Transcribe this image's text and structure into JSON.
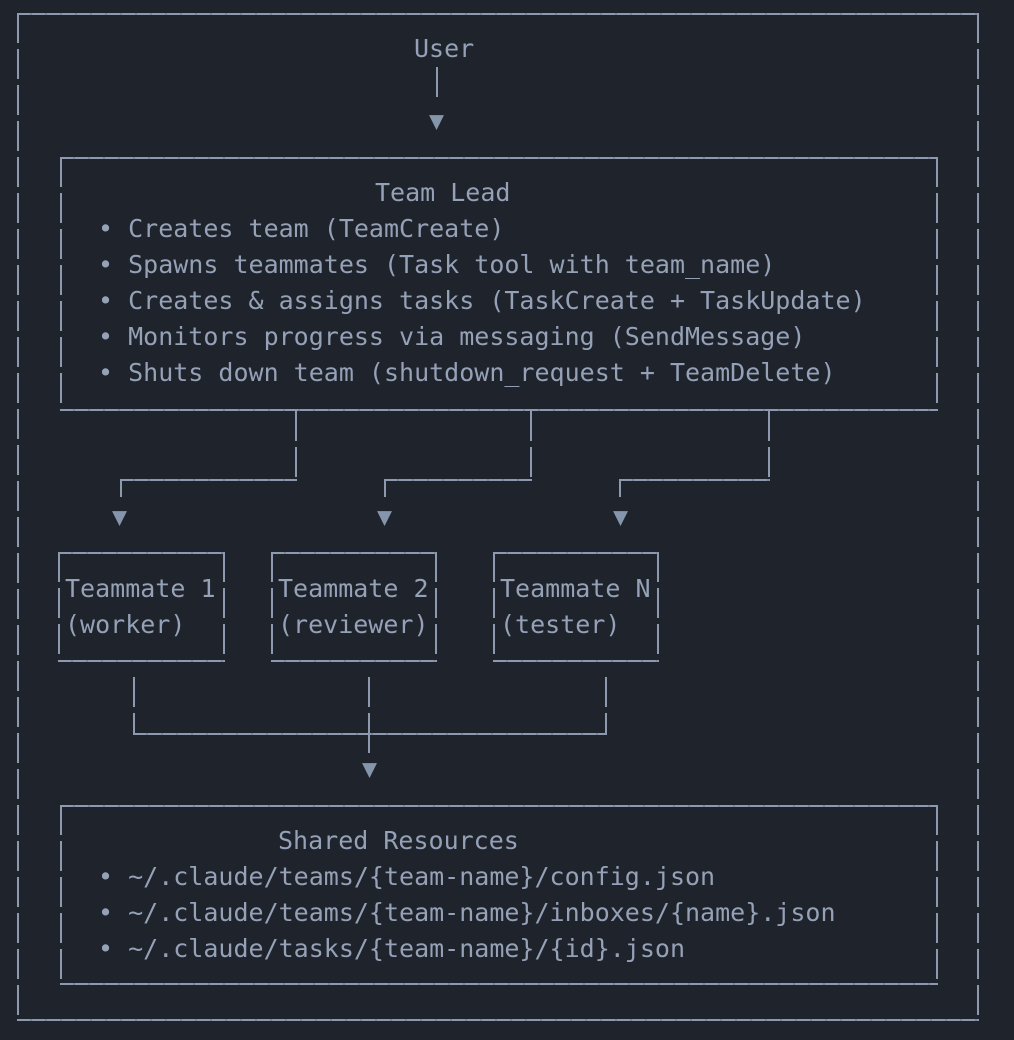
{
  "colors": {
    "background": "#1f232b",
    "text": "#95a1b7",
    "line": "#8c99af",
    "arrow": "#8495ac"
  },
  "icons": {
    "arrow_down": "▼"
  },
  "diagram": {
    "user": {
      "label": "User"
    },
    "team_lead": {
      "title": "Team Lead",
      "bullets": [
        "• Creates team (TeamCreate)",
        "• Spawns teammates (Task tool with team_name)",
        "• Creates & assigns tasks (TaskCreate + TaskUpdate)",
        "• Monitors progress via messaging (SendMessage)",
        "• Shuts down team (shutdown_request + TeamDelete)"
      ]
    },
    "teammates": [
      {
        "name": "Teammate 1",
        "role": "(worker)"
      },
      {
        "name": "Teammate 2",
        "role": "(reviewer)"
      },
      {
        "name": "Teammate N",
        "role": "(tester)"
      }
    ],
    "shared_resources": {
      "title": "Shared Resources",
      "bullets": [
        "• ~/.claude/teams/{team-name}/config.json",
        "• ~/.claude/teams/{team-name}/inboxes/{name}.json",
        "• ~/.claude/tasks/{team-name}/{id}.json"
      ]
    }
  }
}
